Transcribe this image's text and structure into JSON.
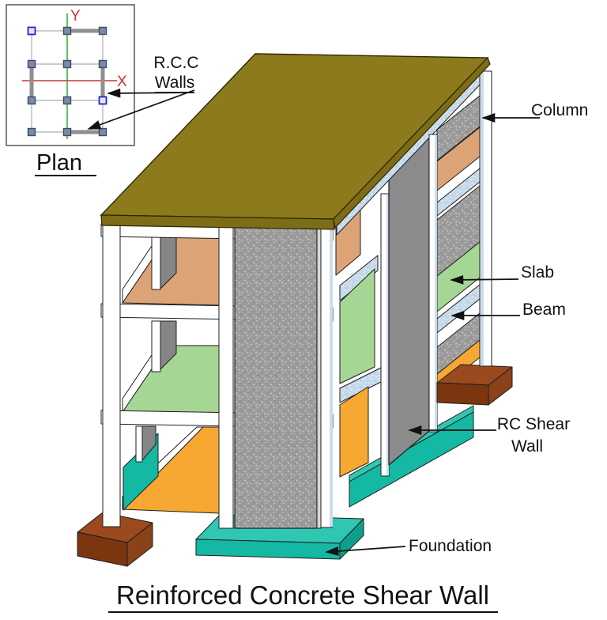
{
  "title": {
    "text": "Reinforced Concrete Shear Wall"
  },
  "plan": {
    "caption": "Plan",
    "x_axis_label": "X",
    "y_axis_label": "Y"
  },
  "callouts": {
    "rcc_walls_line1": "R.C.C",
    "rcc_walls_line2": "Walls",
    "column": "Column",
    "slab": "Slab",
    "beam": "Beam",
    "rc_shear_line1": "RC Shear",
    "rc_shear_line2": "Wall",
    "foundation": "Foundation"
  },
  "colors": {
    "roof_top": "#8d7a1d",
    "roof_fascia": "#7e6d17",
    "roof_edge": "#2e2800",
    "slab_orange": "#dca377",
    "slab_green": "#a5d694",
    "slab_yellow": "#f6a832",
    "teal_top": "#2fc7b2",
    "teal_front": "#14b8a3",
    "teal_side": "#0d9f8d",
    "brown_top": "#9a4a1e",
    "brown_front": "#7b3610",
    "brown_side": "#8a421a",
    "wall_gray": "#8b8b8b",
    "speckle_base": "#9c9c9c",
    "speckle_light": "#c9c9c9",
    "speckle_dark": "#858585",
    "beam_base": "#c6d9e8",
    "beam_light": "#eef5fa",
    "beam_dark": "#a9c2d6",
    "shadow_gray": "#868686",
    "column_edge": "#ccdcea",
    "outline": "#1f1f1f",
    "label": "#111111",
    "axis_red": "#cc3333",
    "axis_green": "#3cb43c",
    "plan_wall": "#8f8f8f",
    "plan_grid": "#a9aeb6",
    "plan_node_fill": "#7d8aa5",
    "plan_node_stroke": "#3b4a68",
    "plan_blue_fill": "#e2e6fb",
    "plan_blue_stroke": "#2525c0",
    "plan_border": "#606060"
  }
}
